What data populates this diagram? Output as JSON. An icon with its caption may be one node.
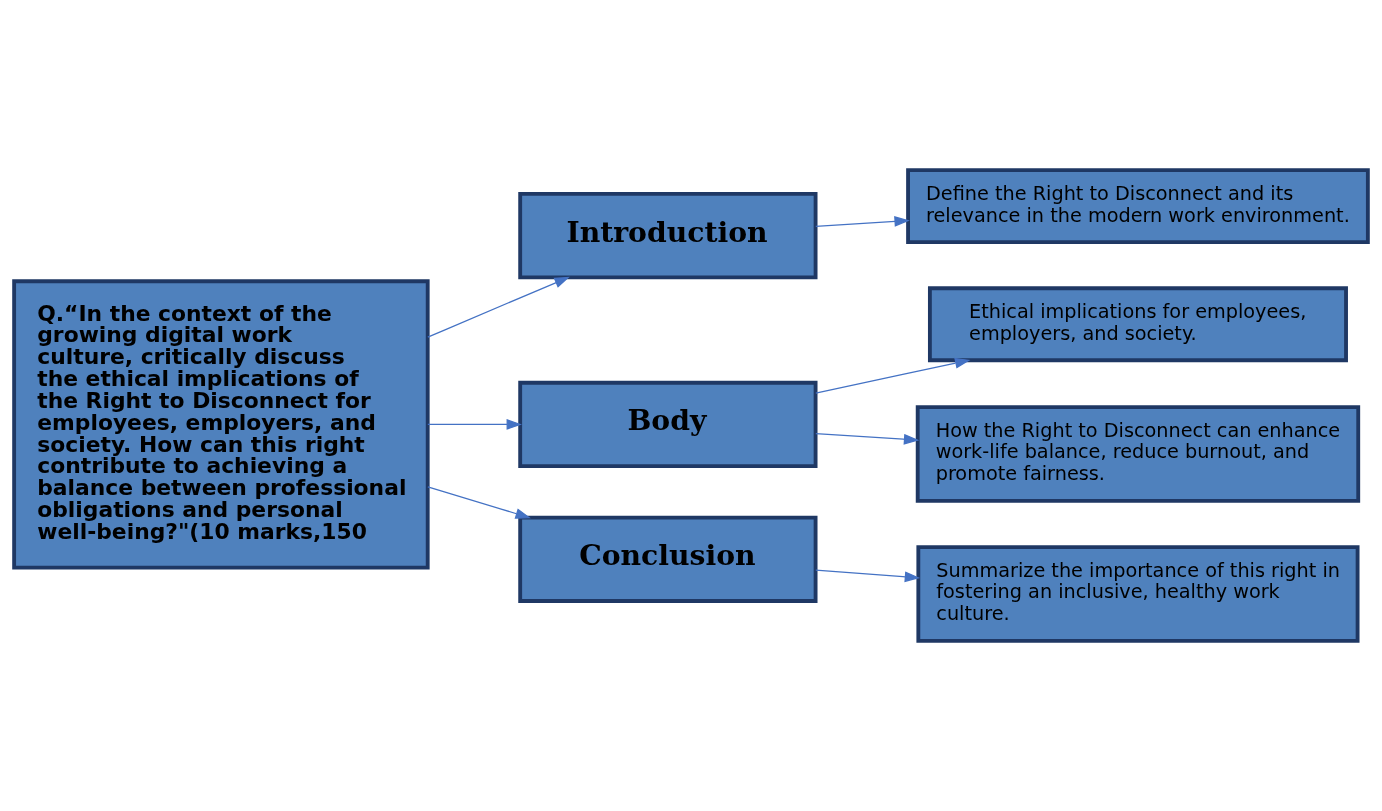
{
  "diagram": {
    "nodes": [
      {
        "text": [
          "Q.“In the context of the growing digital work culture, critically discuss the ethical implications of the Right to Disconnect for employees, employers, and society. How can this right contribute to achieving a balance between professional obligations and personal well-being?\"(10 marks,150"
        ]
      },
      {
        "text": [
          "Introduction"
        ]
      },
      {
        "text": [
          "Body"
        ]
      },
      {
        "text": [
          "Conclusion"
        ]
      },
      {
        "text": [
          "Define the Right to Disconnect and its relevance in the modern work environment."
        ]
      },
      {
        "text": [
          "Ethical implications for employees, employers, and society."
        ]
      },
      {
        "text": [
          "How the Right to Disconnect can enhance work-life balance, reduce burnout, and promote fairness."
        ]
      },
      {
        "text": [
          "Summarize the importance of this right in fostering an inclusive, healthy work culture."
        ]
      }
    ],
    "edges": [
      {
        "from": 0,
        "to": 1,
        "arrow": "to"
      },
      {
        "from": 0,
        "to": 2,
        "arrow": "to"
      },
      {
        "from": 0,
        "to": 3,
        "arrow": "to"
      },
      {
        "from": 1,
        "to": 4,
        "arrow": "to"
      },
      {
        "from": 2,
        "to": 5,
        "arrow": "to"
      },
      {
        "from": 2,
        "to": 6,
        "arrow": "to"
      },
      {
        "from": 3,
        "to": 7,
        "arrow": "to"
      }
    ]
  }
}
